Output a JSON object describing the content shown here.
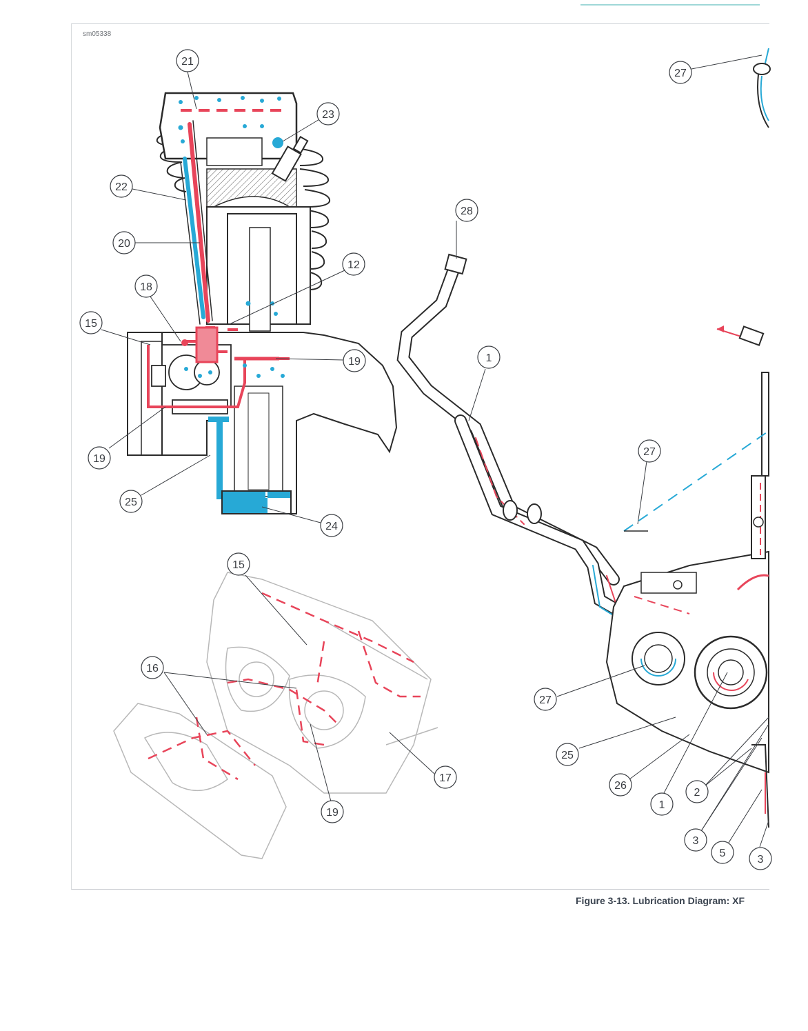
{
  "figure": {
    "id": "sm05338",
    "caption": "Figure 3-13. Lubrication Diagram: XF"
  },
  "colors": {
    "feed_oil": "#e8455a",
    "return_oil": "#27a9d6",
    "outline": "#2b2b2b",
    "ghost_outline": "#b8b8b8"
  },
  "callouts": {
    "c1_top": "1",
    "c1_bottom": "1",
    "c2": "2",
    "c3_left": "3",
    "c3_right": "3",
    "c5": "5",
    "c12": "12",
    "c15_top": "15",
    "c15_bottom": "15",
    "c16": "16",
    "c17": "17",
    "c18": "18",
    "c19_right": "19",
    "c19_left": "19",
    "c19_bottom": "19",
    "c20": "20",
    "c21": "21",
    "c22": "22",
    "c23": "23",
    "c24": "24",
    "c25_left": "25",
    "c25_right": "25",
    "c26": "26",
    "c27_top": "27",
    "c27_mid": "27",
    "c27_bottom": "27",
    "c28": "28"
  }
}
